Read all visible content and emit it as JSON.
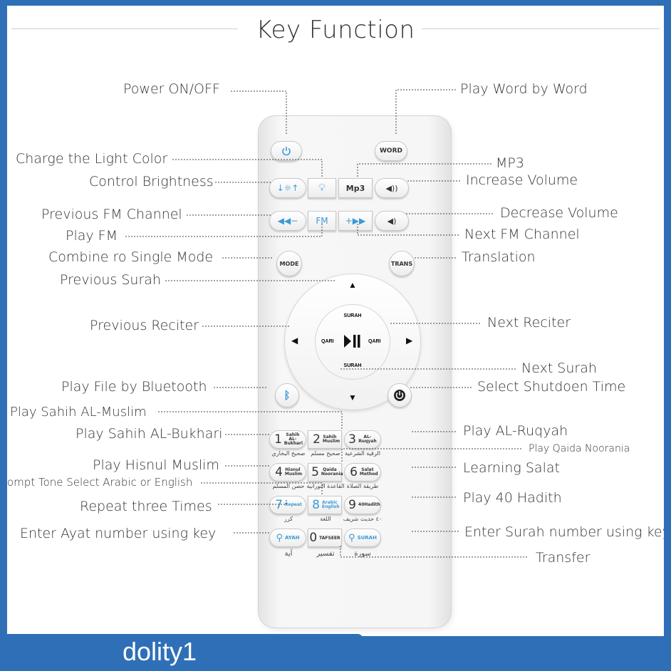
{
  "title": "Key Function",
  "watermark": "dolity1",
  "colors": {
    "accent": "#3a9ad9",
    "frame": "#2f6fb7"
  },
  "buttons": {
    "word": "WORD",
    "mp3": "Mp3",
    "fm": "FM",
    "mode": "MODE",
    "trans": "TRANS",
    "surah_top": "SURAH",
    "surah_bottom": "SURAH",
    "qari_left": "QARI",
    "qari_right": "QARI",
    "ayah": "AYAH",
    "tafseer": "TAFSEER",
    "surah_search": "SURAH",
    "keys": [
      {
        "num": "1",
        "sub": "Sahih AL-Bukhari",
        "ar": "صحيح البخاري"
      },
      {
        "num": "2",
        "sub": "Sahih Muslim",
        "ar": "صحيح مسلم"
      },
      {
        "num": "3",
        "sub": "AL-Ruqyah",
        "ar": "الرقية الشرعية"
      },
      {
        "num": "4",
        "sub": "Hisnul Muslim",
        "ar": "حصن المسلم"
      },
      {
        "num": "5",
        "sub": "Qaida Noorania",
        "ar": "القاعدة النورانية"
      },
      {
        "num": "6",
        "sub": "Salat Method",
        "ar": "طريقة الصلاة"
      },
      {
        "num": "7",
        "sub": "Repeat",
        "ar": "كرر"
      },
      {
        "num": "8",
        "sub": "Arabic English",
        "ar": "اللغة"
      },
      {
        "num": "9",
        "sub": "40Hadith",
        "ar": "٤٠ حديث شريف"
      },
      {
        "num": "0",
        "sub": "TAFSEER",
        "ar": "تفسير"
      }
    ],
    "ar_ayah": "آية",
    "ar_surah": "سورة"
  },
  "labels": {
    "power": "Power ON/OFF",
    "word": "Play Word by Word",
    "charge_light": "Charge the Light Color",
    "brightness": "Control Brightness",
    "mp3": "MP3",
    "vol_up": "Increase Volume",
    "prev_fm": "Previous FM Channel",
    "vol_down": "Decrease Volume",
    "play_fm": "Play FM",
    "next_fm": "Next FM Channel",
    "mode": "Combine ro Single Mode",
    "translation": "Translation",
    "prev_surah": "Previous Surah",
    "prev_reciter": "Previous Reciter",
    "next_reciter": "Next Reciter",
    "next_surah": "Next Surah",
    "bluetooth": "Play File by Bluetooth",
    "shutdown": "Select Shutdoen Time",
    "muslim": "Play Sahih AL-Muslim",
    "bukhari": "Play Sahih AL-Bukhari",
    "ruqyah": "Play AL-Ruqyah",
    "qaida": "Play Qaida Noorania",
    "hisnul": "Play Hisnul Muslim",
    "salat": "Learning Salat",
    "tone": "ompt Tone Select Arabic or English",
    "hadith": "Play 40 Hadith",
    "repeat": "Repeat three Times",
    "ayat": "Enter Ayat number using key",
    "surah_num": "Enter Surah number using key",
    "transfer": "Transfer"
  }
}
